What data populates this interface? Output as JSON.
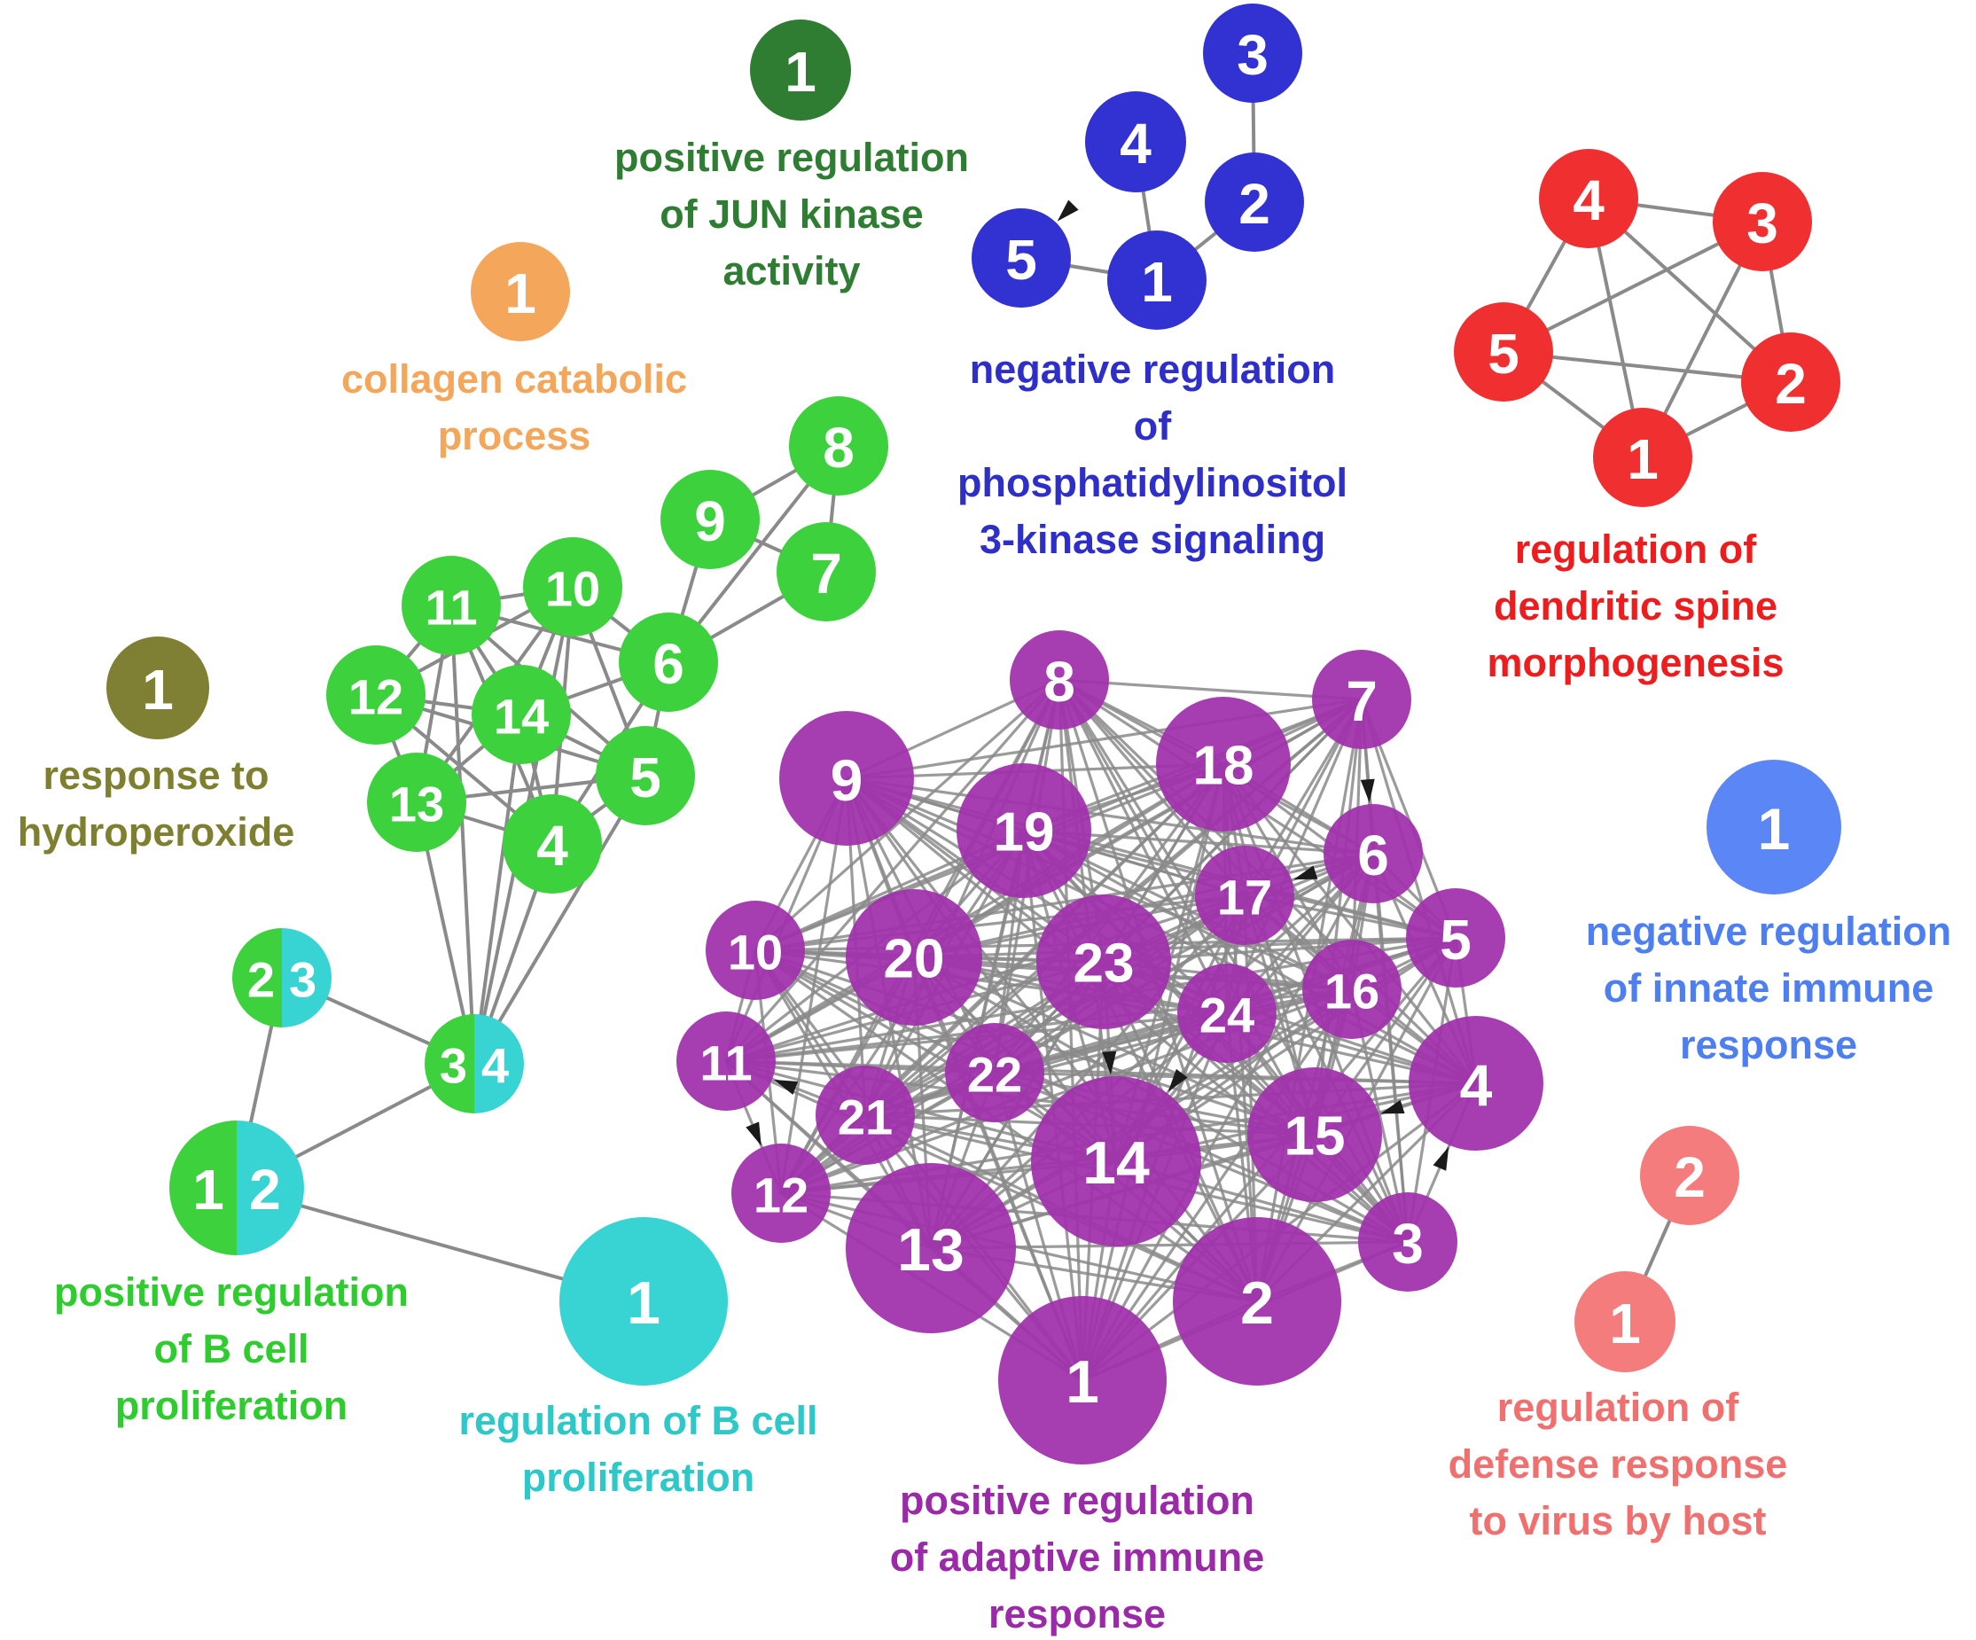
{
  "clusters": [
    {
      "id": "jun",
      "label": [
        "positive regulation",
        "of JUN kinase",
        "activity"
      ],
      "color": "#2e7d32",
      "nodes": [
        {
          "id": "jun1",
          "text": "1",
          "color": "#2e7d32"
        }
      ],
      "edges": []
    },
    {
      "id": "collagen",
      "label": [
        "collagen catabolic",
        "process"
      ],
      "color": "#f4a65b",
      "nodes": [
        {
          "id": "col1",
          "text": "1",
          "color": "#f4a65b"
        }
      ],
      "edges": []
    },
    {
      "id": "hydroperoxide",
      "label": [
        "response to",
        "hydroperoxide"
      ],
      "color": "#7f7f30",
      "nodes": [
        {
          "id": "hyd1",
          "text": "1",
          "color": "#808035"
        }
      ],
      "edges": []
    },
    {
      "id": "pi3k",
      "label": [
        "negative regulation",
        "of",
        "phosphatidylinositol",
        "3-kinase signaling"
      ],
      "color": "#2e2ec8",
      "nodes": [
        {
          "id": "p1",
          "text": "1",
          "color": "#3232d2"
        },
        {
          "id": "p2",
          "text": "2",
          "color": "#3232d2"
        },
        {
          "id": "p3",
          "text": "3",
          "color": "#3232d2"
        },
        {
          "id": "p4",
          "text": "4",
          "color": "#3232d2"
        },
        {
          "id": "p5",
          "text": "5",
          "color": "#3232d2"
        }
      ],
      "edges": [
        [
          "p3",
          "p2"
        ],
        [
          "p2",
          "p1"
        ],
        [
          "p4",
          "p1"
        ],
        [
          "p5",
          "p1"
        ]
      ],
      "arrows": [
        [
          "p4",
          "p5"
        ]
      ]
    },
    {
      "id": "dendritic",
      "label": [
        "regulation of",
        "dendritic spine",
        "morphogenesis"
      ],
      "color": "#ee1c1c",
      "nodes": [
        {
          "id": "d1",
          "text": "1",
          "color": "#f03030"
        },
        {
          "id": "d2",
          "text": "2",
          "color": "#f03030"
        },
        {
          "id": "d3",
          "text": "3",
          "color": "#f03030"
        },
        {
          "id": "d4",
          "text": "4",
          "color": "#f03030"
        },
        {
          "id": "d5",
          "text": "5",
          "color": "#f03030"
        }
      ],
      "edges": [
        [
          "d4",
          "d3"
        ],
        [
          "d4",
          "d5"
        ],
        [
          "d4",
          "d1"
        ],
        [
          "d4",
          "d2"
        ],
        [
          "d3",
          "d5"
        ],
        [
          "d3",
          "d2"
        ],
        [
          "d3",
          "d1"
        ],
        [
          "d5",
          "d2"
        ],
        [
          "d5",
          "d1"
        ],
        [
          "d2",
          "d1"
        ]
      ]
    },
    {
      "id": "innate",
      "label": [
        "negative regulation",
        "of innate immune",
        "response"
      ],
      "color": "#4d7ff0",
      "nodes": [
        {
          "id": "inn1",
          "text": "1",
          "color": "#5b86f5"
        }
      ],
      "edges": []
    },
    {
      "id": "virus",
      "label": [
        "regulation of",
        "defense response",
        "to virus by host"
      ],
      "color": "#f07070",
      "nodes": [
        {
          "id": "v1",
          "text": "1",
          "color": "#f47c7c"
        },
        {
          "id": "v2",
          "text": "2",
          "color": "#f47c7c"
        }
      ],
      "edges": [
        [
          "v2",
          "v1"
        ]
      ]
    },
    {
      "id": "bcell_pos",
      "label": [
        "positive regulation",
        "of B cell",
        "proliferation"
      ],
      "color": "#2ecc2e",
      "nodes": [
        {
          "id": "b4",
          "text": "4",
          "color": "#3dd13d"
        },
        {
          "id": "b5",
          "text": "5",
          "color": "#3dd13d"
        },
        {
          "id": "b6",
          "text": "6",
          "color": "#3dd13d"
        },
        {
          "id": "b7",
          "text": "7",
          "color": "#3dd13d"
        },
        {
          "id": "b8",
          "text": "8",
          "color": "#3dd13d"
        },
        {
          "id": "b9",
          "text": "9",
          "color": "#3dd13d"
        },
        {
          "id": "b10",
          "text": "10",
          "color": "#3dd13d"
        },
        {
          "id": "b11",
          "text": "11",
          "color": "#3dd13d"
        },
        {
          "id": "b12",
          "text": "12",
          "color": "#3dd13d"
        },
        {
          "id": "b13",
          "text": "13",
          "color": "#3dd13d"
        },
        {
          "id": "b14",
          "text": "14",
          "color": "#3dd13d"
        },
        {
          "id": "bs12",
          "text": "1 2",
          "split": [
            "#3dd13d",
            "#38d4d4"
          ],
          "split_text": [
            "1",
            "2"
          ]
        },
        {
          "id": "bs23",
          "text": "2 3",
          "split": [
            "#3dd13d",
            "#38d4d4"
          ],
          "split_text": [
            "2",
            "3"
          ]
        },
        {
          "id": "bs34",
          "text": "3 4",
          "split": [
            "#3dd13d",
            "#38d4d4"
          ],
          "split_text": [
            "3",
            "4"
          ]
        }
      ],
      "edges": [
        [
          "b8",
          "b9"
        ],
        [
          "b8",
          "b7"
        ],
        [
          "b9",
          "b7"
        ],
        [
          "b9",
          "b6"
        ],
        [
          "b7",
          "b6"
        ],
        [
          "b8",
          "b6"
        ],
        [
          "b6",
          "b10"
        ],
        [
          "b6",
          "b11"
        ],
        [
          "b6",
          "b14"
        ],
        [
          "b6",
          "b5"
        ],
        [
          "b6",
          "b4"
        ],
        [
          "b10",
          "b11"
        ],
        [
          "b10",
          "b14"
        ],
        [
          "b10",
          "b12"
        ],
        [
          "b10",
          "b13"
        ],
        [
          "b10",
          "b5"
        ],
        [
          "b10",
          "b4"
        ],
        [
          "b11",
          "b12"
        ],
        [
          "b11",
          "b14"
        ],
        [
          "b11",
          "b13"
        ],
        [
          "b11",
          "b5"
        ],
        [
          "b11",
          "b4"
        ],
        [
          "b12",
          "b14"
        ],
        [
          "b12",
          "b13"
        ],
        [
          "b12",
          "b5"
        ],
        [
          "b12",
          "b4"
        ],
        [
          "b13",
          "b14"
        ],
        [
          "b13",
          "b5"
        ],
        [
          "b13",
          "b4"
        ],
        [
          "b14",
          "b5"
        ],
        [
          "b14",
          "b4"
        ],
        [
          "b5",
          "b4"
        ],
        [
          "bs34",
          "b4"
        ],
        [
          "bs34",
          "b13"
        ],
        [
          "bs34",
          "b5"
        ],
        [
          "bs34",
          "b14"
        ],
        [
          "bs34",
          "b10"
        ],
        [
          "bs34",
          "b11"
        ],
        [
          "bs23",
          "bs34"
        ],
        [
          "bs23",
          "bs12"
        ],
        [
          "bs12",
          "bs34"
        ]
      ]
    },
    {
      "id": "bcell_reg",
      "label": [
        "regulation of B cell",
        "proliferation"
      ],
      "color": "#2ec8c8",
      "nodes": [
        {
          "id": "r1",
          "text": "1",
          "color": "#38d4d4"
        }
      ],
      "edges": [
        [
          "bs12",
          "r1"
        ]
      ]
    },
    {
      "id": "adaptive",
      "label": [
        "positive regulation",
        "of adaptive immune",
        "response"
      ],
      "color": "#9b2aa8",
      "nodes": [
        {
          "id": "a1",
          "text": "1",
          "color": "#a032ad"
        },
        {
          "id": "a2",
          "text": "2",
          "color": "#a032ad"
        },
        {
          "id": "a3",
          "text": "3",
          "color": "#a032ad"
        },
        {
          "id": "a4",
          "text": "4",
          "color": "#a032ad"
        },
        {
          "id": "a5",
          "text": "5",
          "color": "#a032ad"
        },
        {
          "id": "a6",
          "text": "6",
          "color": "#a032ad"
        },
        {
          "id": "a7",
          "text": "7",
          "color": "#a032ad"
        },
        {
          "id": "a8",
          "text": "8",
          "color": "#a032ad"
        },
        {
          "id": "a9",
          "text": "9",
          "color": "#a032ad"
        },
        {
          "id": "a10",
          "text": "10",
          "color": "#a032ad"
        },
        {
          "id": "a11",
          "text": "11",
          "color": "#a032ad"
        },
        {
          "id": "a12",
          "text": "12",
          "color": "#a032ad"
        },
        {
          "id": "a13",
          "text": "13",
          "color": "#a032ad"
        },
        {
          "id": "a14",
          "text": "14",
          "color": "#a032ad"
        },
        {
          "id": "a15",
          "text": "15",
          "color": "#a032ad"
        },
        {
          "id": "a16",
          "text": "16",
          "color": "#a032ad"
        },
        {
          "id": "a17",
          "text": "17",
          "color": "#a032ad"
        },
        {
          "id": "a18",
          "text": "18",
          "color": "#a032ad"
        },
        {
          "id": "a19",
          "text": "19",
          "color": "#a032ad"
        },
        {
          "id": "a20",
          "text": "20",
          "color": "#a032ad"
        },
        {
          "id": "a21",
          "text": "21",
          "color": "#a032ad"
        },
        {
          "id": "a22",
          "text": "22",
          "color": "#a032ad"
        },
        {
          "id": "a23",
          "text": "23",
          "color": "#a032ad"
        },
        {
          "id": "a24",
          "text": "24",
          "color": "#a032ad"
        }
      ],
      "dense": true,
      "arrows": [
        [
          "a7",
          "a6"
        ],
        [
          "a6",
          "a17"
        ],
        [
          "a4",
          "a15"
        ],
        [
          "a3",
          "a4"
        ],
        [
          "a21",
          "a11"
        ],
        [
          "a11",
          "a12"
        ],
        [
          "a23",
          "a14"
        ],
        [
          "a24",
          "a14"
        ]
      ]
    }
  ],
  "colors": {
    "edge": "#8a8a8a",
    "arrow": "#1a1a1a",
    "node_text": "#ffffff"
  }
}
